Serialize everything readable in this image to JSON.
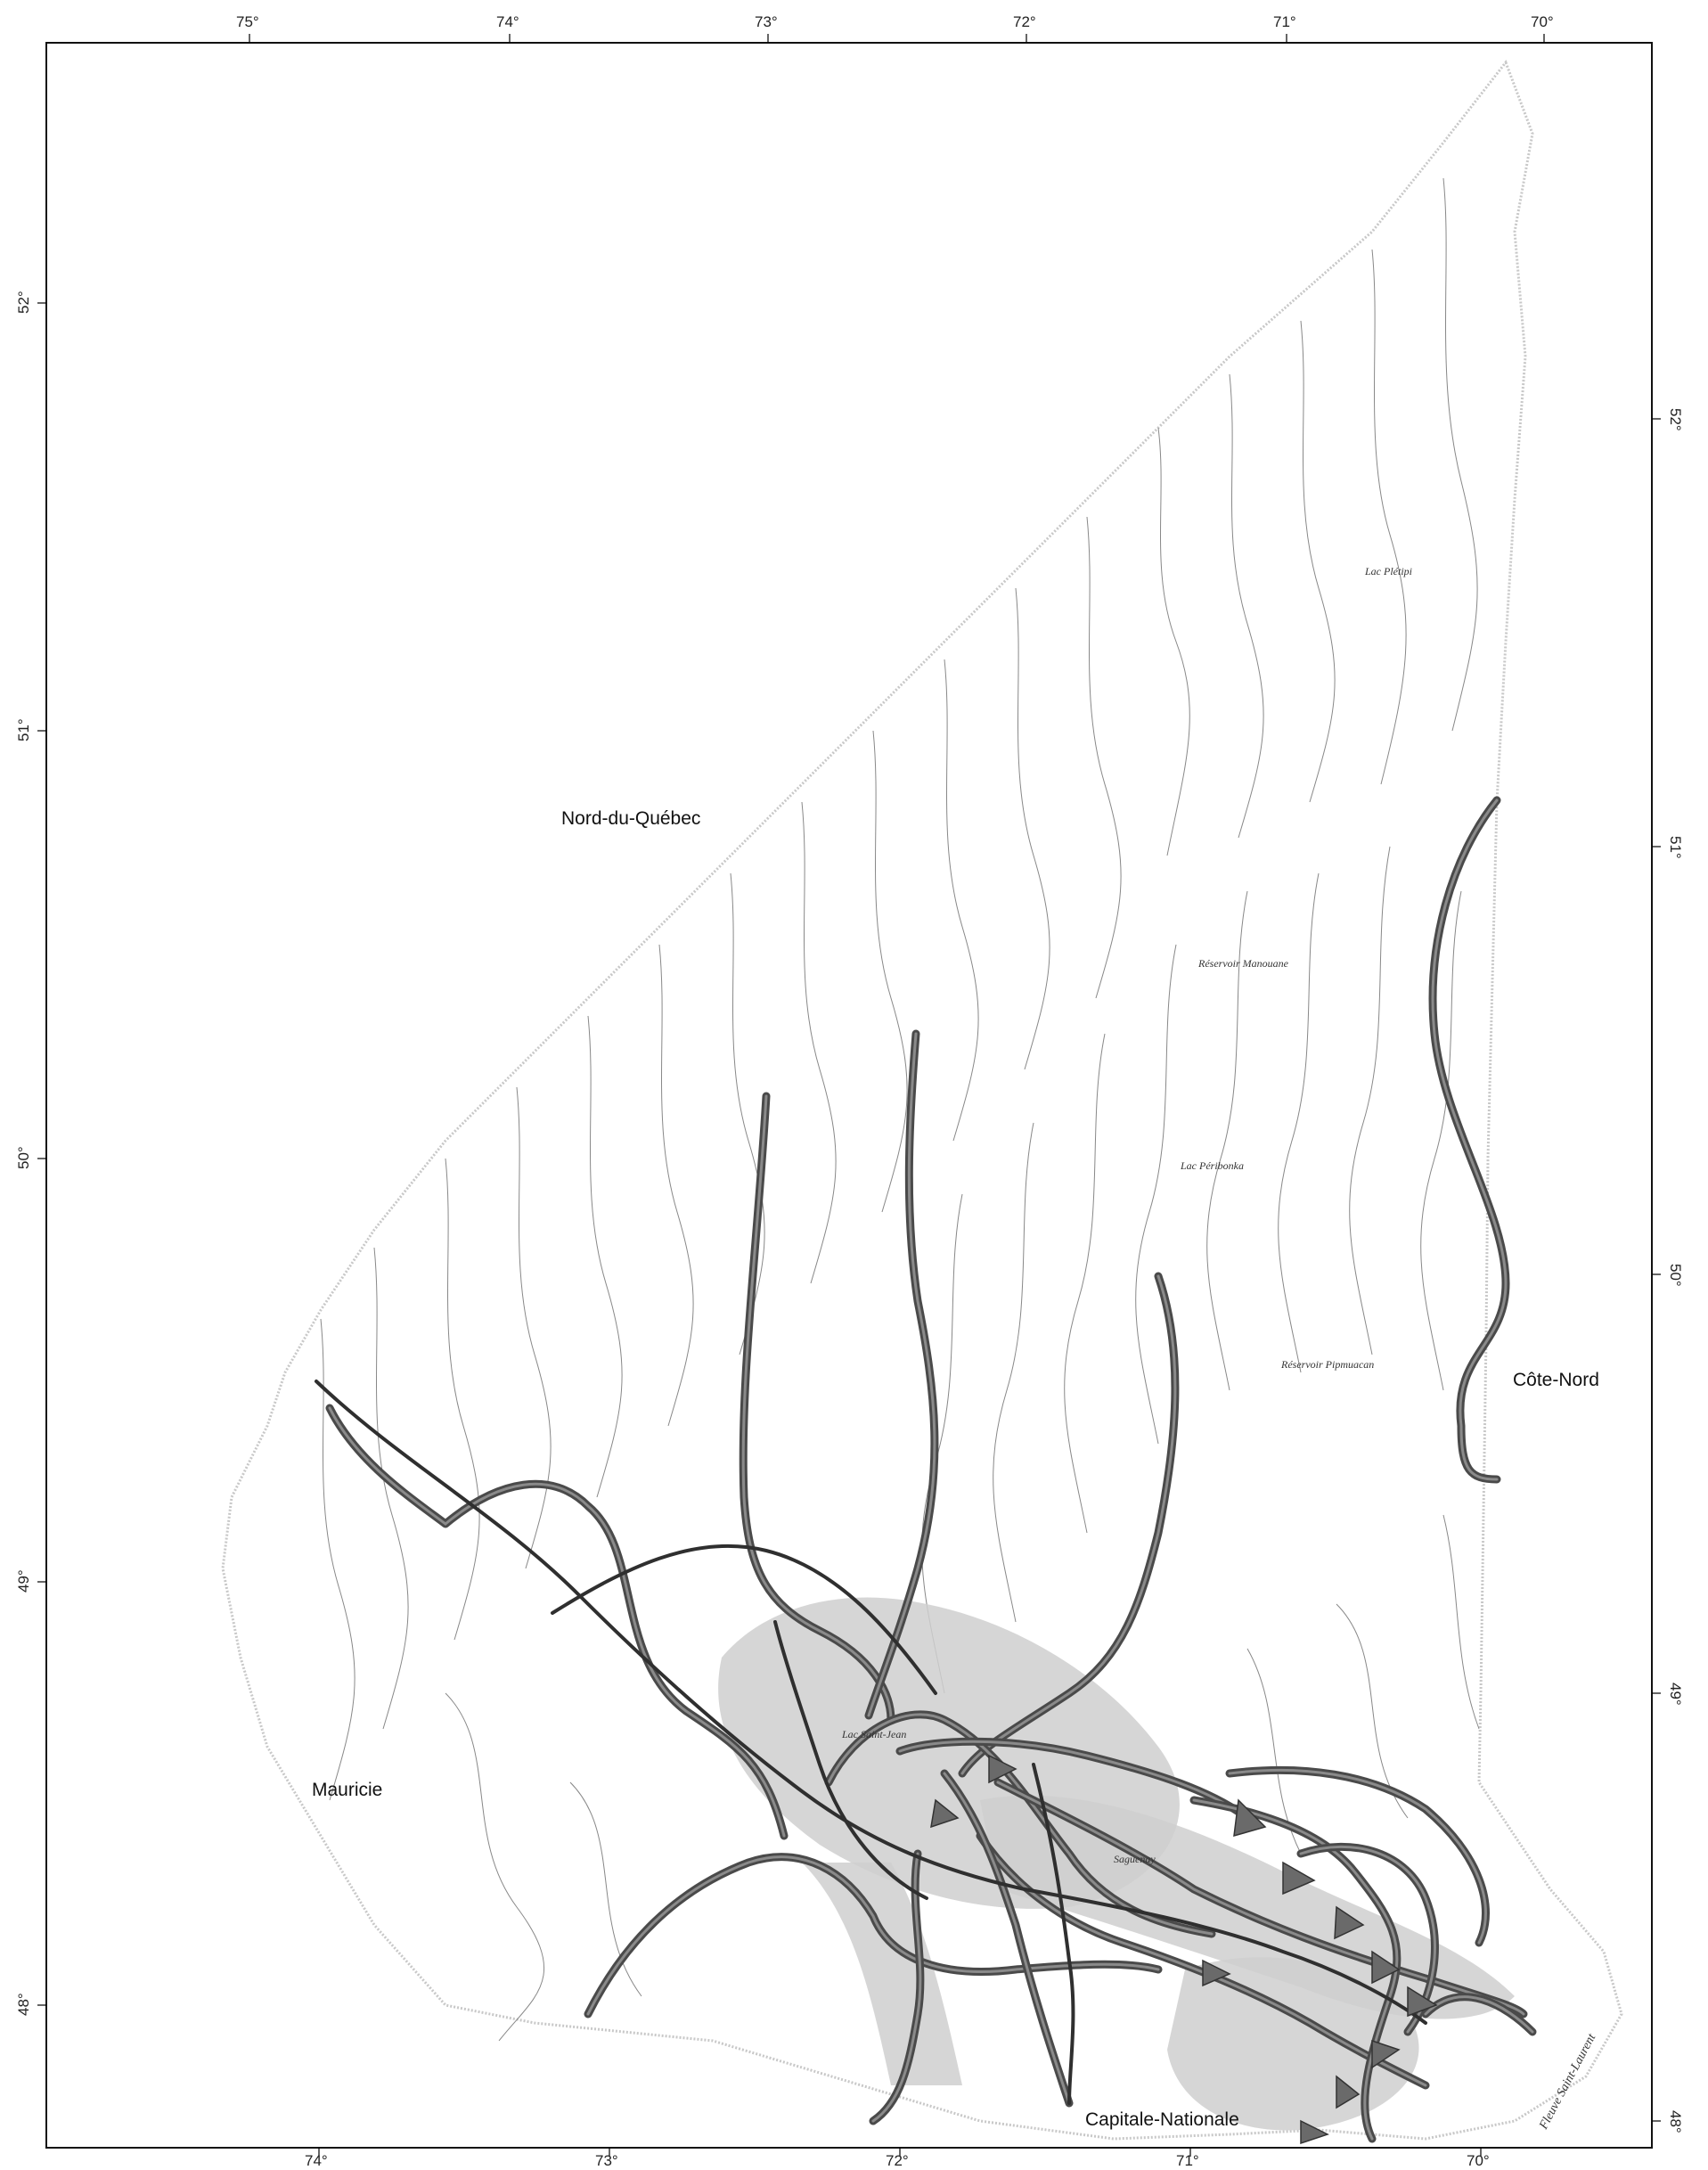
{
  "map": {
    "regions": {
      "nord_du_quebec": "Nord-du-Québec",
      "cote_nord": "Côte-Nord",
      "mauricie": "Mauricie",
      "capitale_nationale": "Capitale-Nationale"
    },
    "water_features": {
      "lac_pletipi": "Lac Plétipi",
      "reservoir_manouane": "Réservoir Manouane",
      "lac_peribonka": "Lac Péribonka",
      "reservoir_pipmuacan": "Réservoir Pipmuacan",
      "lac_saint_jean": "Lac Saint-Jean",
      "saguenay": "Saguenay",
      "fleuve_saint_laurent": "Fleuve Saint-Laurent"
    },
    "top_longitudes": [
      "75°",
      "74°",
      "73°",
      "72°",
      "71°",
      "70°"
    ],
    "bottom_longitudes": [
      "74°",
      "73°",
      "72°",
      "71°",
      "70°"
    ],
    "left_latitudes": [
      "52°",
      "51°",
      "50°",
      "49°",
      "48°"
    ],
    "right_latitudes": [
      "52°",
      "51°",
      "50°",
      "49°",
      "48°"
    ]
  }
}
